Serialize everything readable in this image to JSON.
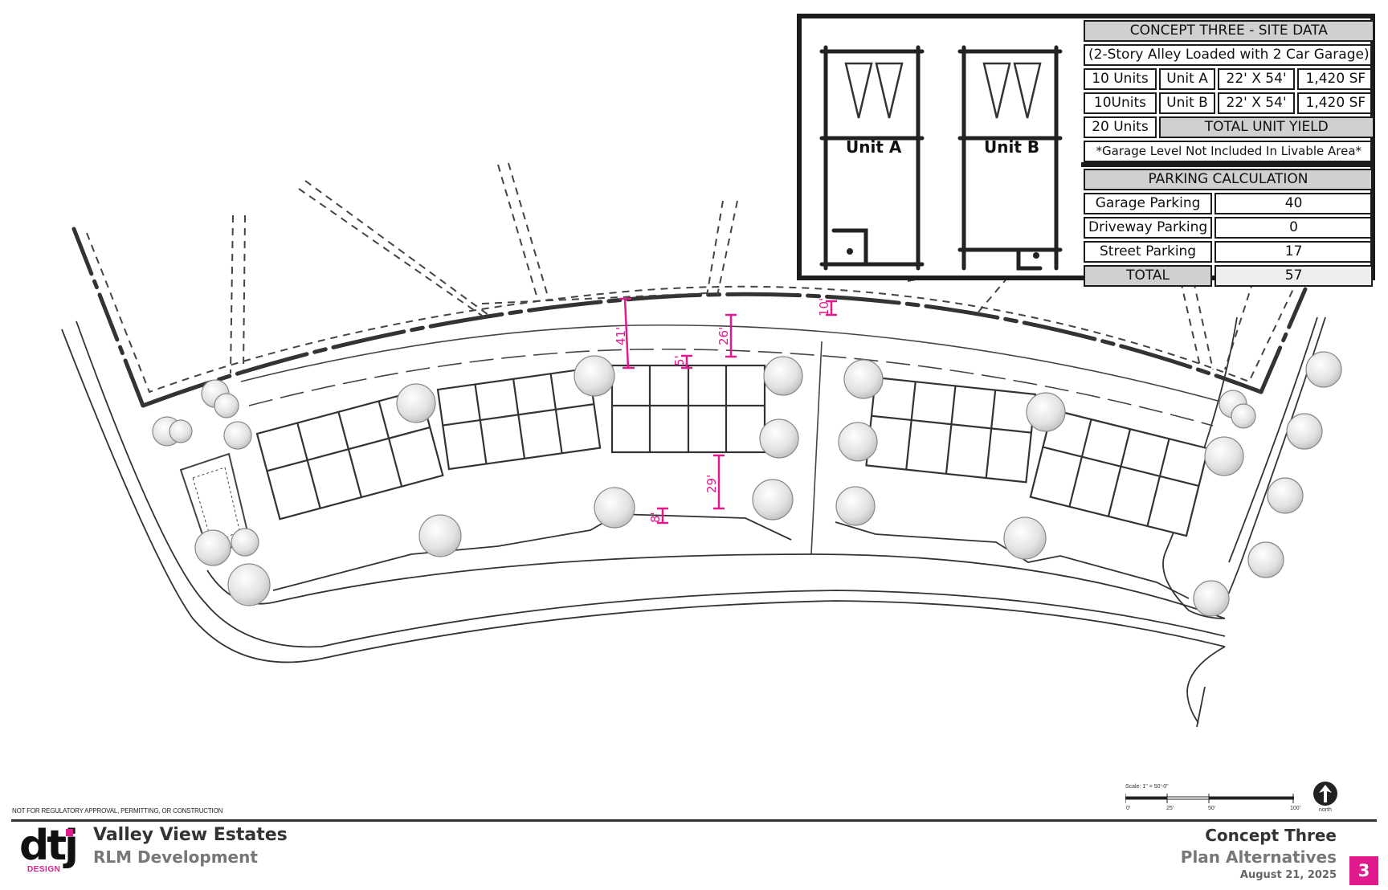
{
  "units": {
    "a_label": "Unit A",
    "b_label": "Unit B"
  },
  "site_data": {
    "title": "CONCEPT THREE - SITE DATA",
    "subtitle": "(2-Story Alley Loaded with 2 Car Garage)",
    "rows": [
      {
        "count": "10 Units",
        "unit": "Unit A",
        "size": "22' X 54'",
        "area": "1,420 SF"
      },
      {
        "count": "10Units",
        "unit": "Unit B",
        "size": "22' X 54'",
        "area": "1,420 SF"
      }
    ],
    "total_count": "20 Units",
    "total_label": "TOTAL UNIT YIELD",
    "note": "*Garage Level Not Included In Livable Area*"
  },
  "parking": {
    "title": "PARKING CALCULATION",
    "rows": [
      {
        "label": "Garage Parking",
        "value": "40"
      },
      {
        "label": "Driveway Parking",
        "value": "0"
      },
      {
        "label": "Street Parking",
        "value": "17"
      }
    ],
    "total_label": "TOTAL",
    "total_value": "57"
  },
  "dimensions": {
    "d41": "41'",
    "d26": "26'",
    "d5": "5'",
    "d10": "10'",
    "d29": "29'",
    "d8": "8'"
  },
  "scale": {
    "label": "Scale: 1\" = 50'-0\"",
    "ticks": [
      "0'",
      "25'",
      "50'",
      "100'"
    ]
  },
  "north_label": "north",
  "footer": {
    "note": "NOT FOR REGULATORY APPROVAL, PERMITTING, OR CONSTRUCTION",
    "logo": "dtj",
    "logo_sub": "DESIGN",
    "project": "Valley View Estates",
    "client": "RLM Development",
    "concept": "Concept Three",
    "subtitle": "Plan Alternatives",
    "date": "August 21, 2025",
    "page": "3"
  },
  "colors": {
    "dimension": "#e0198c",
    "line": "#333333",
    "tree": "#e6e6e6"
  }
}
